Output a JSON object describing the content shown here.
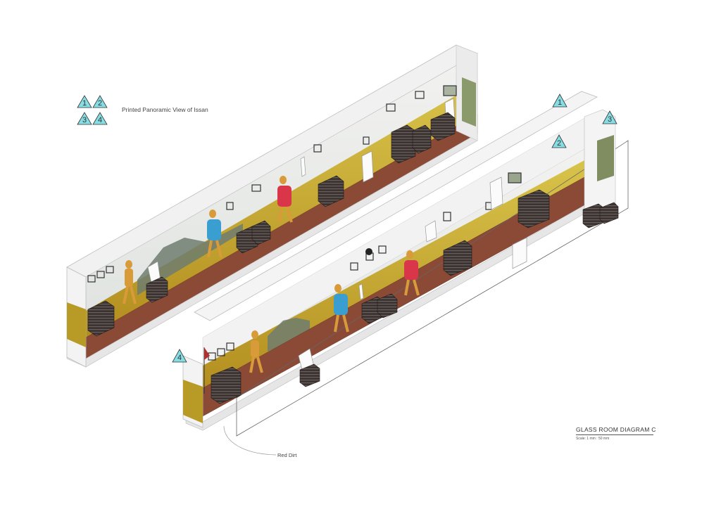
{
  "legend": {
    "markers": [
      "1",
      "2",
      "3",
      "4"
    ],
    "caption": "Printed Panoramic View of Issan"
  },
  "callout": {
    "label": "Red Dirt"
  },
  "title_block": {
    "title": "GLASS ROOM  DIAGRAM C",
    "scale": "Scale:  1 mm : 50 mm"
  },
  "colors": {
    "marker_fill": "#86dde3",
    "field_yellow": "#c9a623",
    "floor_red": "#8a4a35",
    "wall_grey": "#eeeeee",
    "crate_dark": "#3a3230"
  }
}
